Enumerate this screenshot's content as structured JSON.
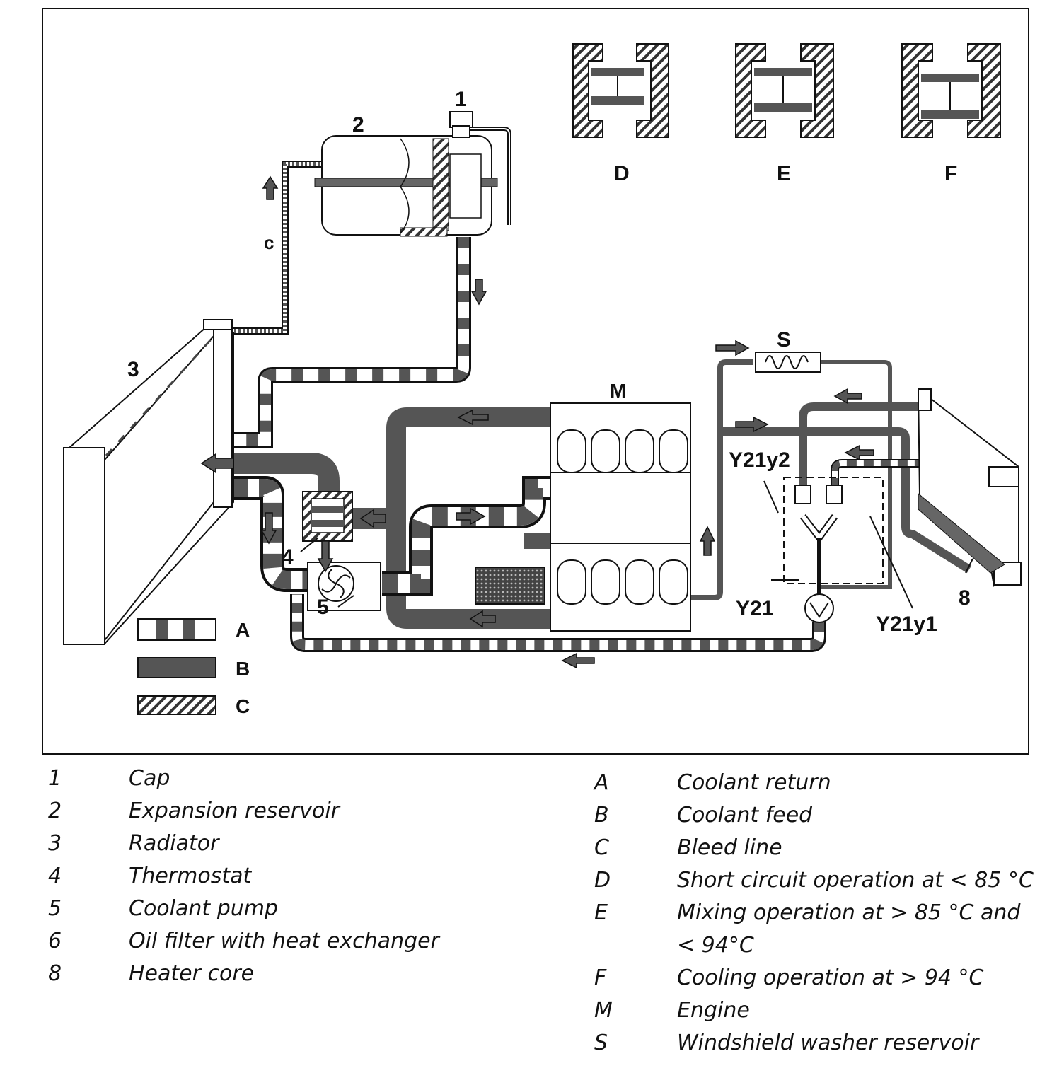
{
  "diagram": {
    "labels": {
      "cap": "1",
      "reservoir": "2",
      "radiator": "3",
      "thermostat": "4",
      "pump": "5",
      "heater": "8",
      "engine": "M",
      "washer": "S",
      "bleed_line": "c",
      "valve_d": "D",
      "valve_e": "E",
      "valve_f": "F",
      "y21": "Y21",
      "y21y1": "Y21y1",
      "y21y2": "Y21y2",
      "key_a": "A",
      "key_b": "B",
      "key_c": "C"
    }
  },
  "legend": {
    "left": [
      {
        "key": "1",
        "text": "Cap"
      },
      {
        "key": "2",
        "text": "Expansion reservoir"
      },
      {
        "key": "3",
        "text": "Radiator"
      },
      {
        "key": "4",
        "text": "Thermostat"
      },
      {
        "key": "5",
        "text": "Coolant pump"
      },
      {
        "key": "6",
        "text": "Oil filter with heat exchanger"
      },
      {
        "key": "8",
        "text": "Heater core"
      }
    ],
    "right": [
      {
        "key": "A",
        "text": "Coolant return"
      },
      {
        "key": "B",
        "text": "Coolant feed"
      },
      {
        "key": "C",
        "text": "Bleed line"
      },
      {
        "key": "D",
        "text": "Short circuit operation at < 85 °C"
      },
      {
        "key": "E",
        "text": "Mixing operation at > 85 °C and"
      },
      {
        "key": "",
        "text": "< 94°C"
      },
      {
        "key": "F",
        "text": "Cooling operation at > 94 °C"
      },
      {
        "key": "M",
        "text": "Engine"
      },
      {
        "key": "S",
        "text": "Windshield washer reservoir"
      }
    ]
  }
}
